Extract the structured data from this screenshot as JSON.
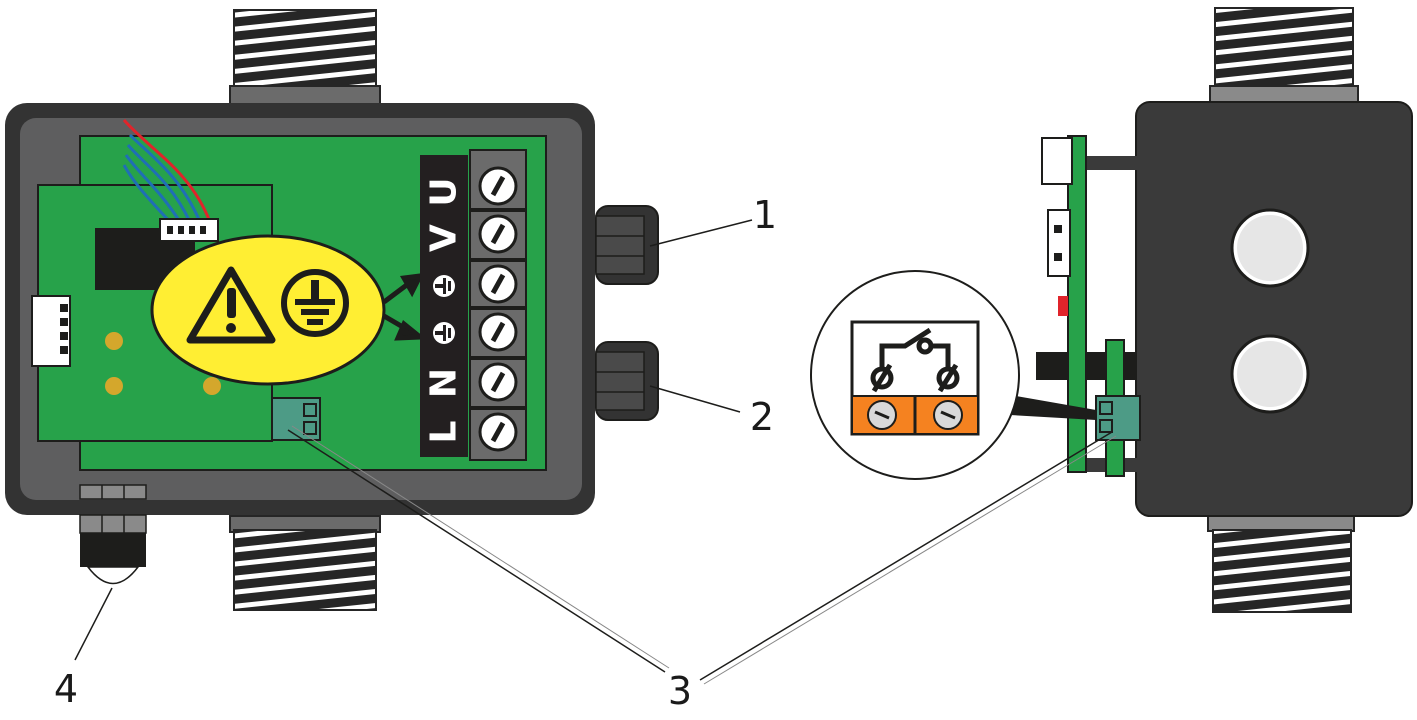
{
  "figure": {
    "callouts": [
      {
        "id": "1",
        "label": "1"
      },
      {
        "id": "2",
        "label": "2"
      },
      {
        "id": "3",
        "label": "3"
      },
      {
        "id": "4",
        "label": "4"
      }
    ],
    "terminal_letters": [
      "U",
      "V",
      "N",
      "L"
    ],
    "colors": {
      "housing": "#3a3a3a",
      "housing_rim": "#5e5e5f",
      "pcb": "#27a24a",
      "warning_yellow": "#ffee33",
      "terminal_strip": "#231f20",
      "screw_gray": "#b9b9b9",
      "relay_orange": "#f58220",
      "connector_teal": "#4d9b86"
    },
    "icons": [
      "warning-triangle-icon",
      "ground-symbol-icon",
      "switch-contact-icon"
    ]
  }
}
